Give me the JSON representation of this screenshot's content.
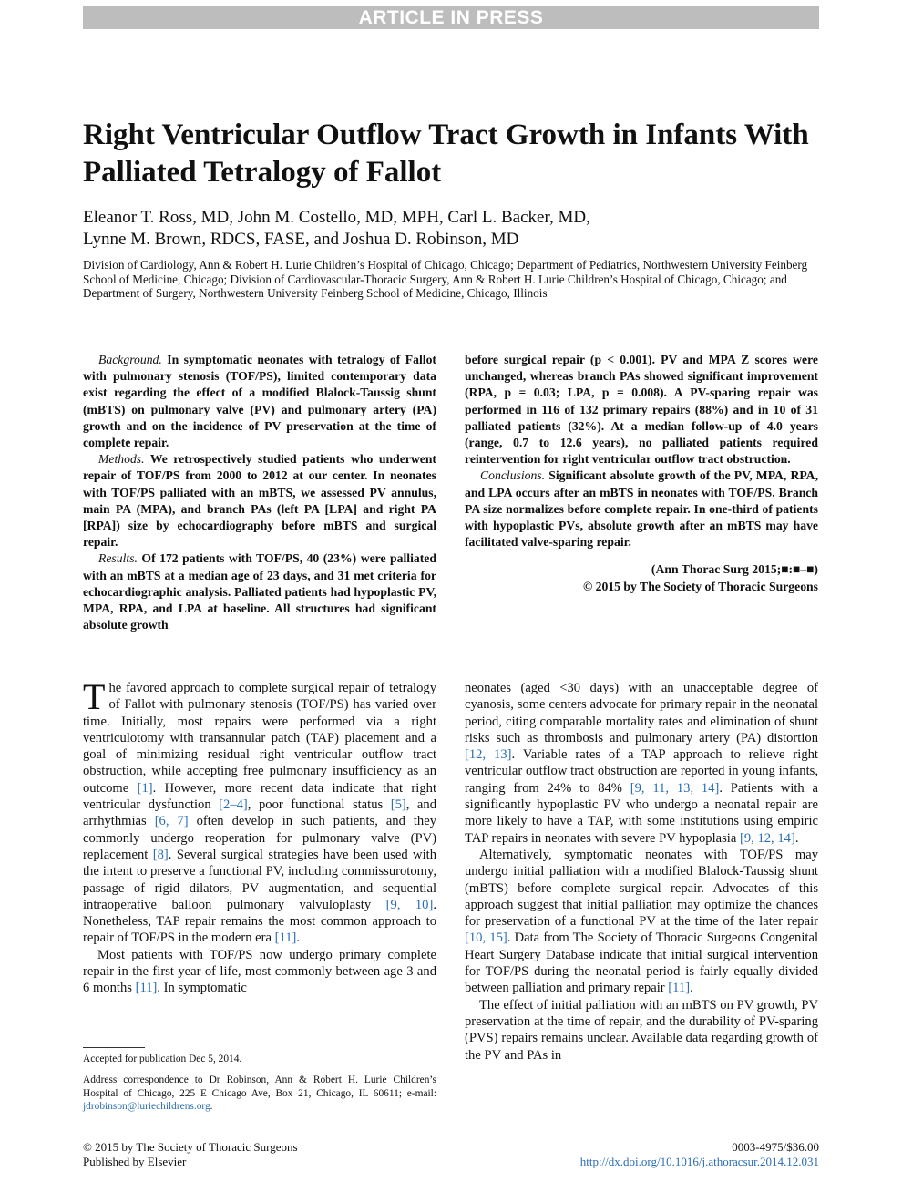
{
  "banner": "ARTICLE IN PRESS",
  "title": "Right Ventricular Outflow Tract Growth in Infants With Palliated Tetralogy of Fallot",
  "authors": {
    "line1": "Eleanor T. Ross, MD, John M. Costello, MD, MPH, Carl L. Backer, MD,",
    "line2": "Lynne M. Brown, RDCS, FASE, and Joshua D. Robinson, MD"
  },
  "affiliation": "Division of Cardiology, Ann & Robert H. Lurie Children’s Hospital of Chicago, Chicago; Department of Pediatrics, Northwestern University Feinberg School of Medicine, Chicago; Division of Cardiovascular-Thoracic Surgery, Ann & Robert H. Lurie Children’s Hospital of Chicago, Chicago; and Department of Surgery, Northwestern University Feinberg School of Medicine, Chicago, Illinois",
  "abstract": {
    "background_label": "Background.",
    "background": " In symptomatic neonates with tetralogy of Fallot with pulmonary stenosis (TOF/PS), limited contemporary data exist regarding the effect of a modified Blalock-Taussig shunt (mBTS) on pulmonary valve (PV) and pulmonary artery (PA) growth and on the incidence of PV preservation at the time of complete repair.",
    "methods_label": "Methods.",
    "methods": " We retrospectively studied patients who underwent repair of TOF/PS from 2000 to 2012 at our center. In neonates with TOF/PS palliated with an mBTS, we assessed PV annulus, main PA (MPA), and branch PAs (left PA [LPA] and right PA [RPA]) size by echocardiography before mBTS and surgical repair.",
    "results_label": "Results.",
    "results": " Of 172 patients with TOF/PS, 40 (23%) were palliated with an mBTS at a median age of 23 days, and 31 met criteria for echocardiographic analysis. Palliated patients had hypoplastic PV, MPA, RPA, and LPA at baseline. All structures had significant absolute growth",
    "results_cont": "before surgical repair (p < 0.001). PV and MPA Z scores were unchanged, whereas branch PAs showed significant improvement (RPA, p = 0.03; LPA, p = 0.008). A PV-sparing repair was performed in 116 of 132 primary repairs (88%) and in 10 of 31 palliated patients (32%). At a median follow-up of 4.0 years (range, 0.7 to 12.6 years), no palliated patients required reintervention for right ventricular outflow tract obstruction.",
    "conclusions_label": "Conclusions.",
    "conclusions": " Significant absolute growth of the PV, MPA, RPA, and LPA occurs after an mBTS in neonates with TOF/PS. Branch PA size normalizes before complete repair. In one-third of patients with hypoplastic PVs, absolute growth after an mBTS may have facilitated valve-sparing repair.",
    "citation": "(Ann Thorac Surg 2015;■:■–■)",
    "copyright": "© 2015 by The Society of Thoracic Surgeons"
  },
  "body": {
    "dropcap": "T",
    "p1_a": "he favored approach to complete surgical repair of tetralogy of Fallot with pulmonary stenosis (TOF/PS) has varied over time. Initially, most repairs were performed via a right ventriculotomy with transannular patch (TAP) placement and a goal of minimizing residual right ventricular outflow tract obstruction, while accepting free pulmonary insufficiency as an outcome ",
    "ref1": "[1]",
    "p1_b": ". However, more recent data indicate that right ventricular dysfunction ",
    "ref2": "[2–4]",
    "p1_c": ", poor functional status ",
    "ref3": "[5]",
    "p1_d": ", and arrhythmias ",
    "ref4": "[6, 7]",
    "p1_e": " often develop in such patients, and they commonly undergo reoperation for pulmonary valve (PV) replacement ",
    "ref5": "[8]",
    "p1_f": ". Several surgical strategies have been used with the intent to preserve a functional PV, including commissurotomy, passage of rigid dilators, PV augmentation, and sequential intraoperative balloon pulmonary valvuloplasty ",
    "ref6": "[9, 10]",
    "p1_g": ". Nonetheless, TAP repair remains the most common approach to repair of TOF/PS in the modern era ",
    "ref7": "[11]",
    "p1_h": ".",
    "p2_a": "Most patients with TOF/PS now undergo primary complete repair in the first year of life, most commonly between age 3 and 6 months ",
    "ref8": "[11]",
    "p2_b": ". In symptomatic",
    "r1_a": "neonates (aged <30 days) with an unacceptable degree of cyanosis, some centers advocate for primary repair in the neonatal period, citing comparable mortality rates and elimination of shunt risks such as thrombosis and pulmonary artery (PA) distortion ",
    "ref9": "[12, 13]",
    "r1_b": ". Variable rates of a TAP approach to relieve right ventricular outflow tract obstruction are reported in young infants, ranging from 24% to 84% ",
    "ref10": "[9, 11, 13, 14]",
    "r1_c": ". Patients with a significantly hypoplastic PV who undergo a neonatal repair are more likely to have a TAP, with some institutions using empiric TAP repairs in neonates with severe PV hypoplasia ",
    "ref11": "[9, 12, 14]",
    "r1_d": ".",
    "r2_a": "Alternatively, symptomatic neonates with TOF/PS may undergo initial palliation with a modified Blalock-Taussig shunt (mBTS) before complete surgical repair. Advocates of this approach suggest that initial palliation may optimize the chances for preservation of a functional PV at the time of the later repair ",
    "ref12": "[10, 15]",
    "r2_b": ". Data from The Society of Thoracic Surgeons Congenital Heart Surgery Database indicate that initial surgical intervention for TOF/PS during the neonatal period is fairly equally divided between palliation and primary repair ",
    "ref13": "[11]",
    "r2_c": ".",
    "r3": "The effect of initial palliation with an mBTS on PV growth, PV preservation at the time of repair, and the durability of PV-sparing (PVS) repairs remains unclear. Available data regarding growth of the PV and PAs in"
  },
  "footnotes": {
    "accepted": "Accepted for publication Dec 5, 2014.",
    "address": "Address correspondence to Dr Robinson, Ann & Robert H. Lurie Children’s Hospital of Chicago, 225 E Chicago Ave, Box 21, Chicago, IL 60611; e-mail: ",
    "email": "jdrobinson@luriechildrens.org",
    "address_end": "."
  },
  "footer": {
    "left1": "© 2015 by The Society of Thoracic Surgeons",
    "left2": "Published by Elsevier",
    "right1": "0003-4975/$36.00",
    "right2": "http://dx.doi.org/10.1016/j.athoracsur.2014.12.031"
  }
}
